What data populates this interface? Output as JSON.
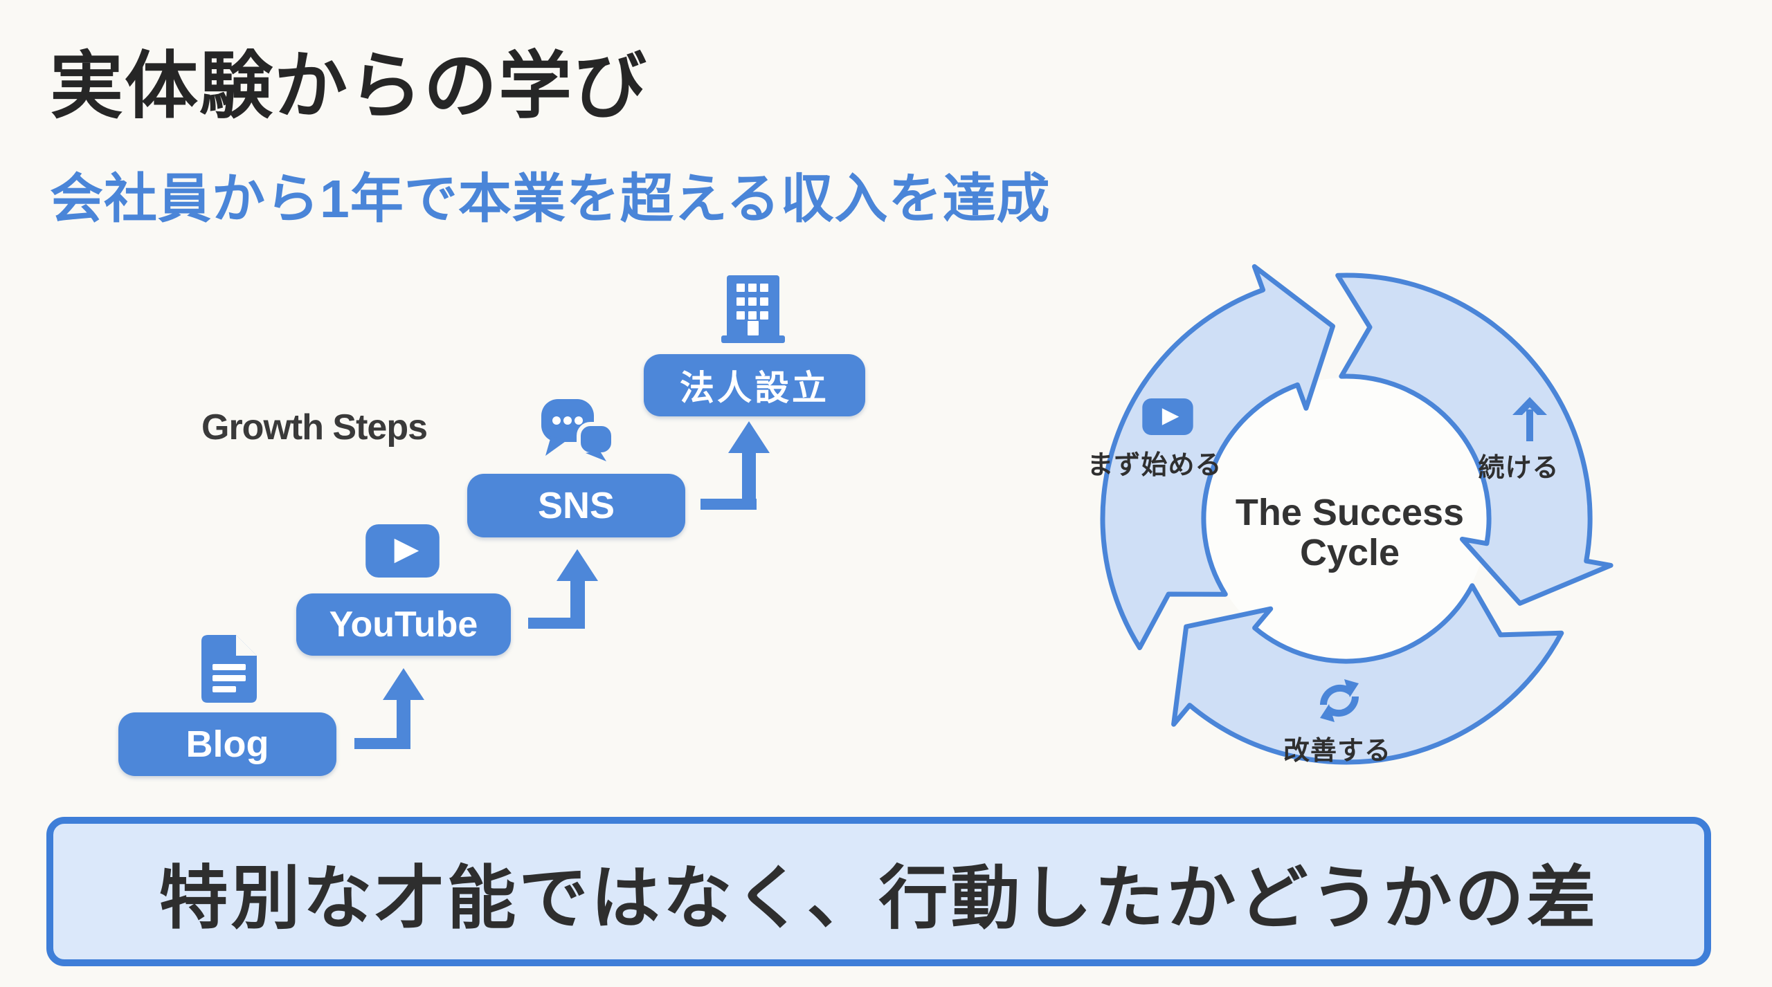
{
  "header": {
    "title": "実体験からの学び",
    "subtitle": "会社員から1年で本業を超える収入を達成"
  },
  "growth": {
    "label": "Growth Steps",
    "steps": [
      {
        "label": "Blog",
        "icon": "document-icon"
      },
      {
        "label": "YouTube",
        "icon": "play-badge-icon"
      },
      {
        "label": "SNS",
        "icon": "chat-bubbles-icon"
      },
      {
        "label": "法人設立",
        "icon": "building-icon"
      }
    ]
  },
  "cycle": {
    "title_line1": "The Success",
    "title_line2": "Cycle",
    "labels": [
      {
        "text": "まず始める",
        "icon": "play-badge-icon"
      },
      {
        "text": "続ける",
        "icon": "up-arrow-icon"
      },
      {
        "text": "改善する",
        "icon": "refresh-icon"
      }
    ]
  },
  "banner": {
    "text": "特別な才能ではなく、行動したかどうかの差"
  },
  "colors": {
    "primary_blue": "#4d87d9",
    "ring_stroke": "#4a85d8",
    "ring_fill": "#cfdff6",
    "banner_bg": "#dbe8fa",
    "banner_border": "#3e7ed8",
    "dark_text": "#333333",
    "background": "#faf9f5"
  }
}
